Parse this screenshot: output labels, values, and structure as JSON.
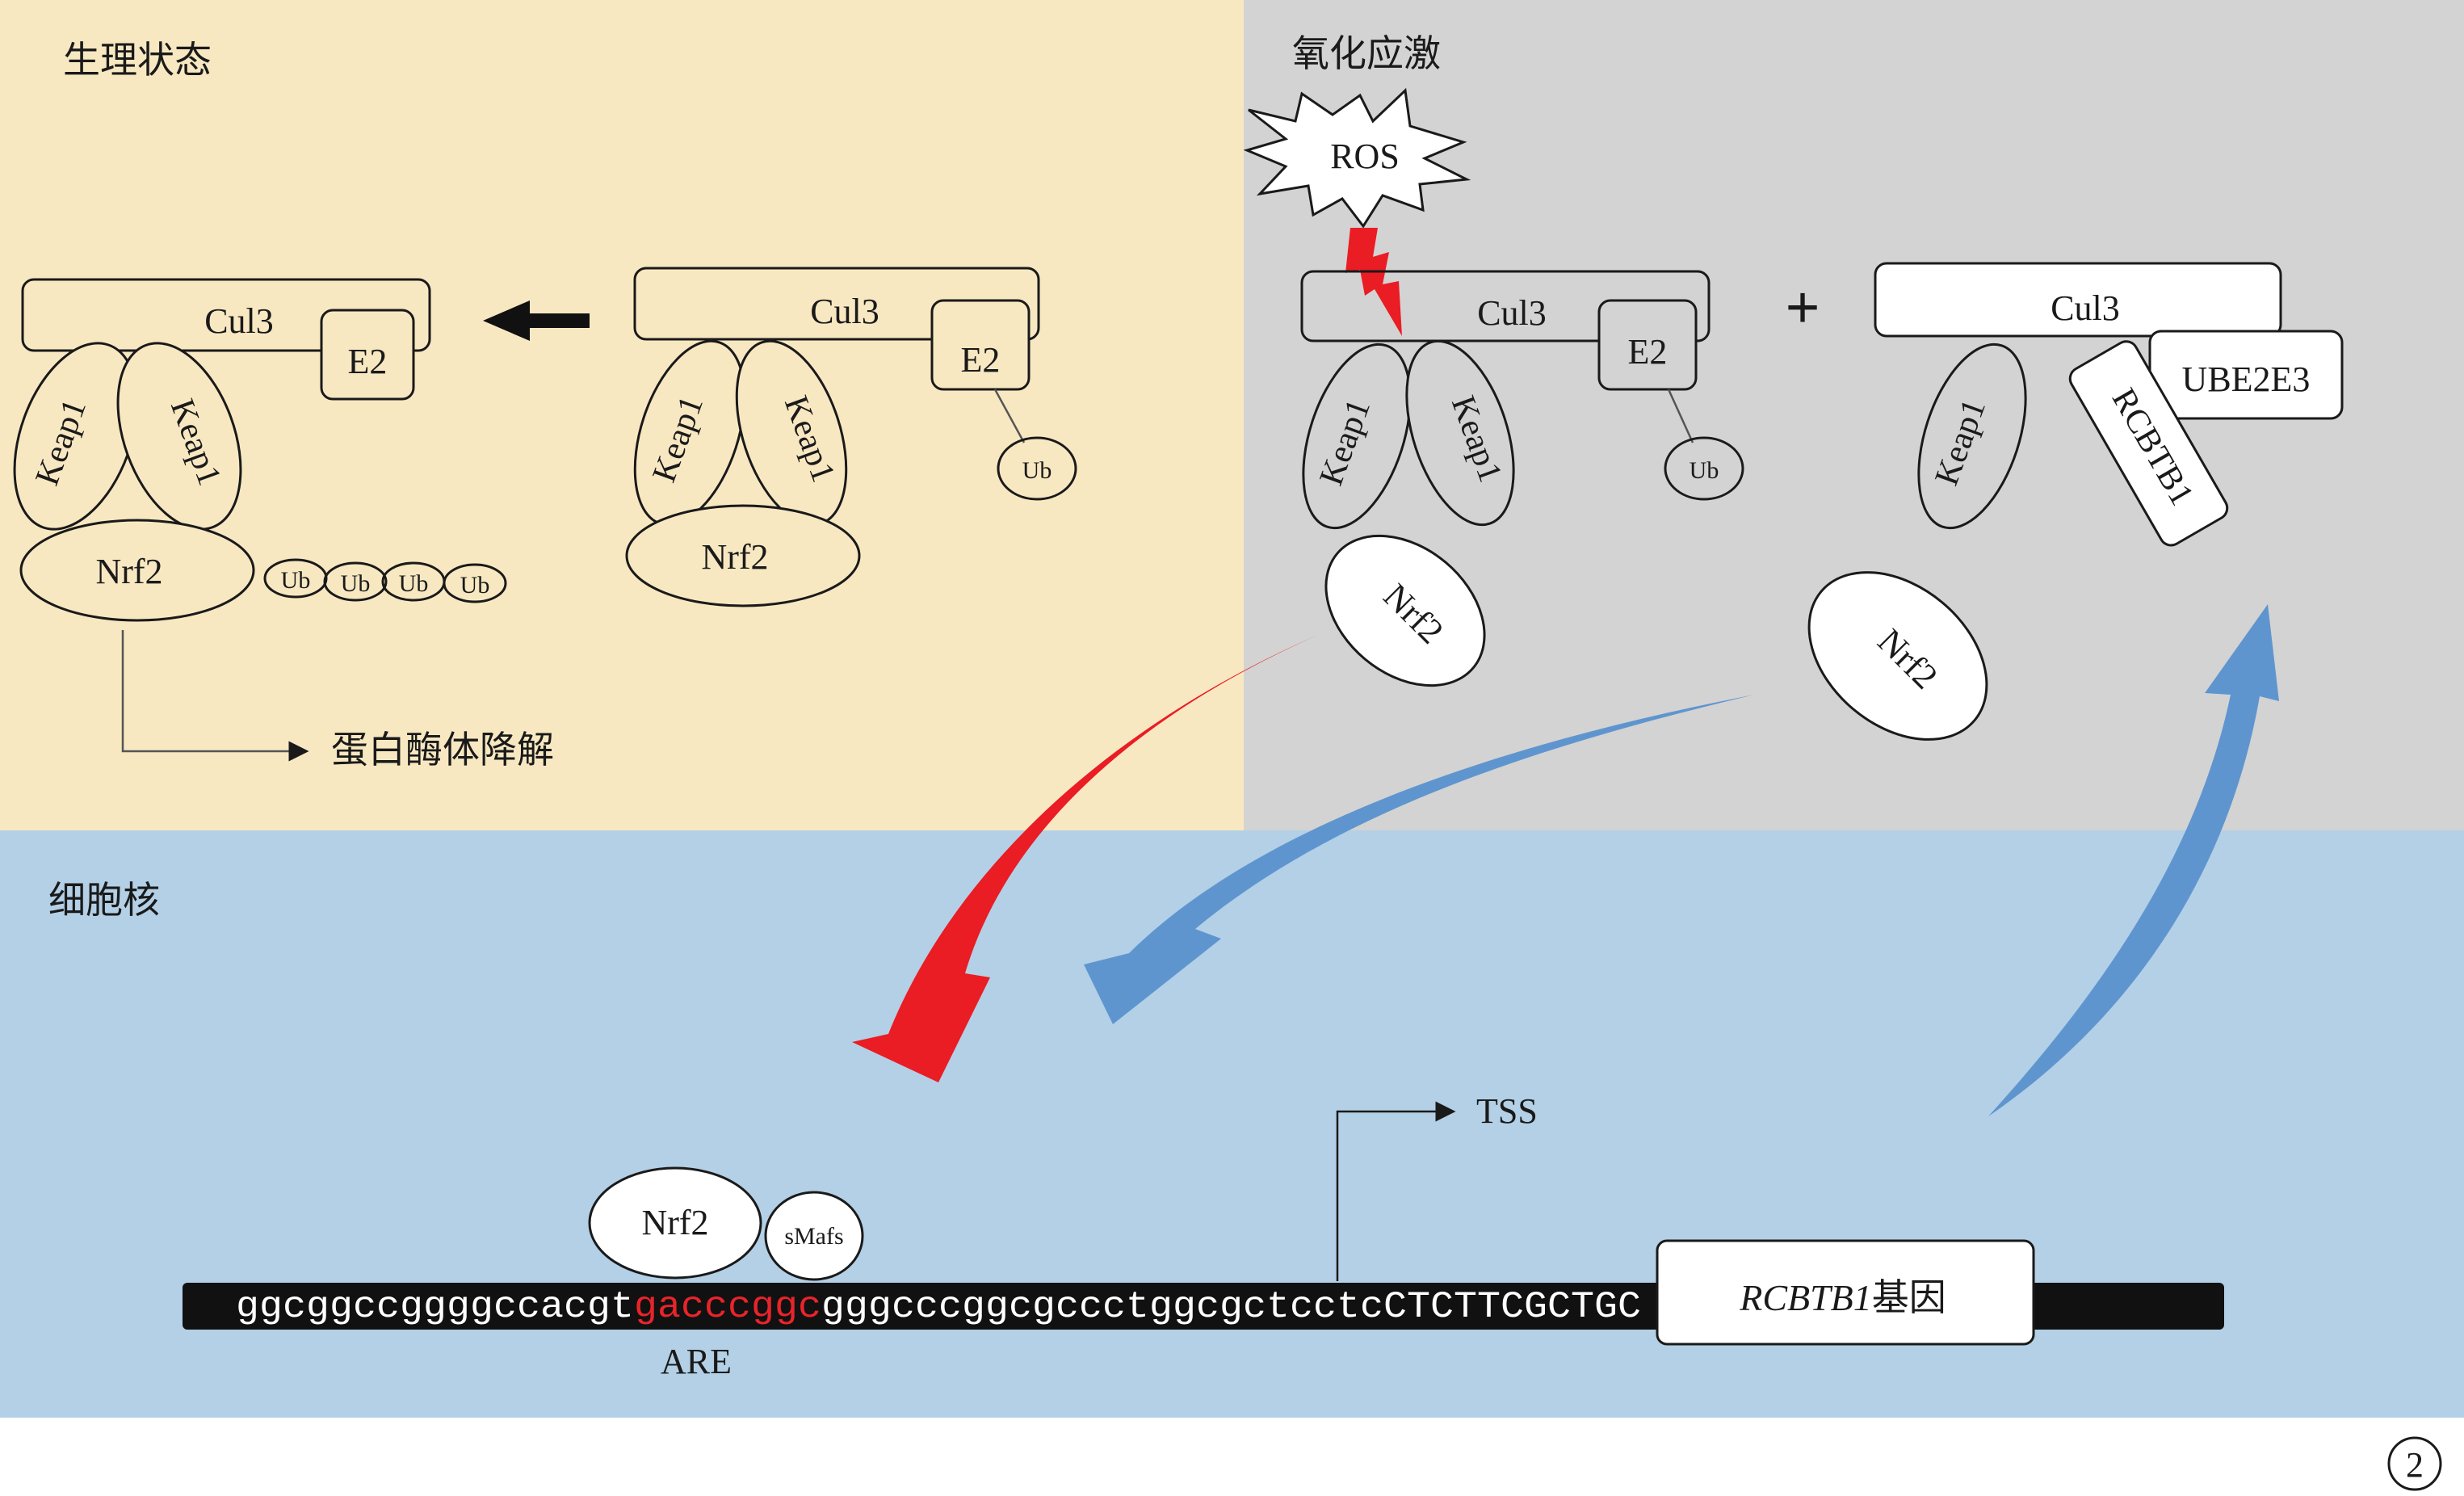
{
  "regions": {
    "physiological": "生理状态",
    "oxidative": "氧化应激",
    "nucleus": "细胞核"
  },
  "labels": {
    "cul3": "Cul3",
    "e2": "E2",
    "keap1": "Keap1",
    "nrf2": "Nrf2",
    "ub": "Ub",
    "ros": "ROS",
    "plus": "+",
    "ube2e3": "UBE2E3",
    "rcbtb1": "RCBTB1",
    "degradation": "蛋白酶体降解",
    "tss": "TSS",
    "smafs": "sMafs",
    "are": "ARE",
    "gene_italic": "RCBTB1",
    "gene_suffix": "基因",
    "panel_number": "2"
  },
  "sequence": {
    "part1": "ggcggccggggccacgt",
    "are_site": "gacccggc",
    "part2": "gggcccggcgccctggcgctcctc",
    "part3": "CTCTTCGCTGC"
  },
  "colors": {
    "physiological_bg": "#f8e8c2",
    "oxidative_bg": "#d3d3d3",
    "nucleus_bg": "#b3d0e6",
    "red_arrow": "#ea1c24",
    "blue_arrow": "#5f95cf",
    "are_text": "#e8242b",
    "dna_bar": "#111111"
  }
}
